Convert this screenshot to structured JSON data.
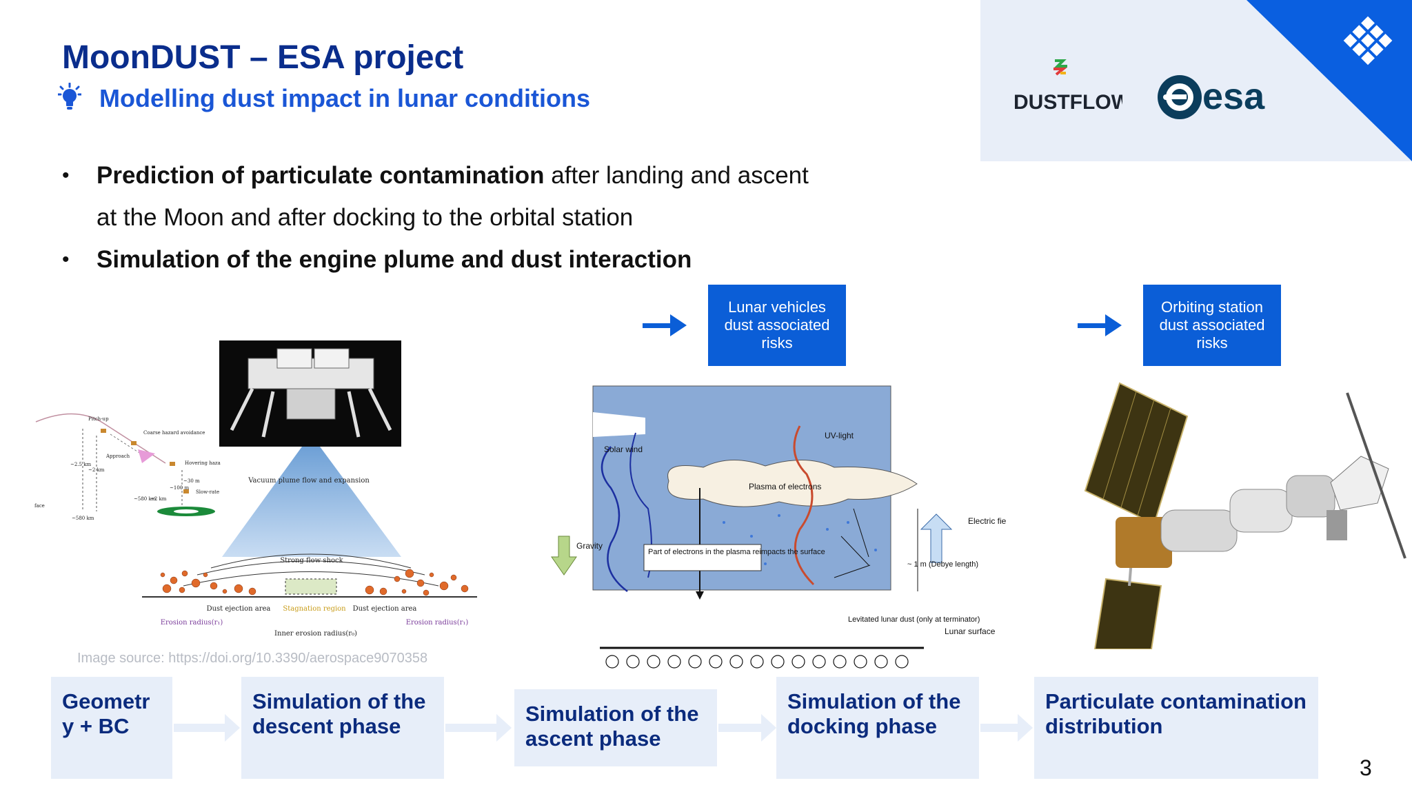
{
  "slide": {
    "title": "MoonDUST – ESA project",
    "subtitle": "Modelling dust impact in lunar conditions",
    "bullets": [
      {
        "bold": "Prediction of particulate contamination",
        "normal": " after landing and ascent at the Moon and after docking to the orbital station"
      },
      {
        "bold": "Simulation of the engine plume and dust interaction",
        "normal": ""
      }
    ],
    "page_number": "3"
  },
  "logos": {
    "dustflow": "DUSTFLOW",
    "esa": "esa"
  },
  "risk_boxes": {
    "lunar": "Lunar vehicles dust associated risks",
    "orbiting": "Orbiting station dust associated risks"
  },
  "landing_figure": {
    "trajectory_labels": [
      "Pitch-up",
      "Coarse hazard avoidance",
      "Approach",
      "Hovering hazard avoidance",
      "Slow-rate descent"
    ],
    "trajectory_dims": [
      "~2.5 km",
      "~2 km",
      "~100 m",
      "~30 m",
      "~580 km",
      "~2 km",
      "~580 km"
    ],
    "trajectory_face": "face",
    "plume_label": "Vacuum plume flow and expansion",
    "shock_label": "Strong flow shock",
    "left_area": "Dust ejection area",
    "right_area": "Dust ejection area",
    "stagnation": "Stagnation region",
    "left_radius": "Erosion radius(r₁)",
    "right_radius": "Erosion radius(r₁)",
    "inner_radius": "Inner erosion radius(r₀)",
    "source": "Image source: https://doi.org/10.3390/aerospace9070358"
  },
  "plasma_figure": {
    "solar_wind": "Solar wind",
    "uv_light": "UV-light",
    "plasma": "Plasma of electrons",
    "gravity": "Gravity",
    "reimpact": "Part of electrons in the plasma reimpacts the surface",
    "electric_field": "Electric field",
    "debye": "~ 1 m (Debye length)",
    "levitated": "Levitated lunar dust (only at terminator)",
    "surface": "Lunar surface"
  },
  "flow_steps": [
    {
      "label": "Geometr y + BC"
    },
    {
      "label": "Simulation of the descent phase"
    },
    {
      "label": "Simulation of the ascent phase"
    },
    {
      "label": "Simulation of the docking phase"
    },
    {
      "label": "Particulate contamination distribution"
    }
  ],
  "colors": {
    "title": "#0a2d8c",
    "accent": "#1a56d6",
    "risk_box": "#0b5ed7",
    "step_bg": "#e7eef9",
    "logo_panel": "#e8eef8",
    "corner": "#0a5fe0"
  }
}
